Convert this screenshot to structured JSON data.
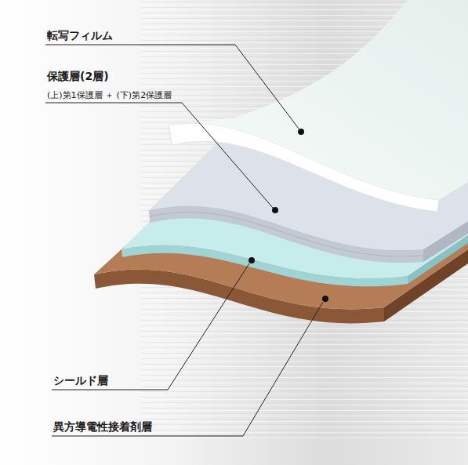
{
  "diagram": {
    "labels": [
      "転写フィルム",
      "保護層(2層)",
      "(上)第1保護層 ＋ (下)第2保護層",
      "シールド層",
      "異方導電性接着剤層"
    ]
  }
}
